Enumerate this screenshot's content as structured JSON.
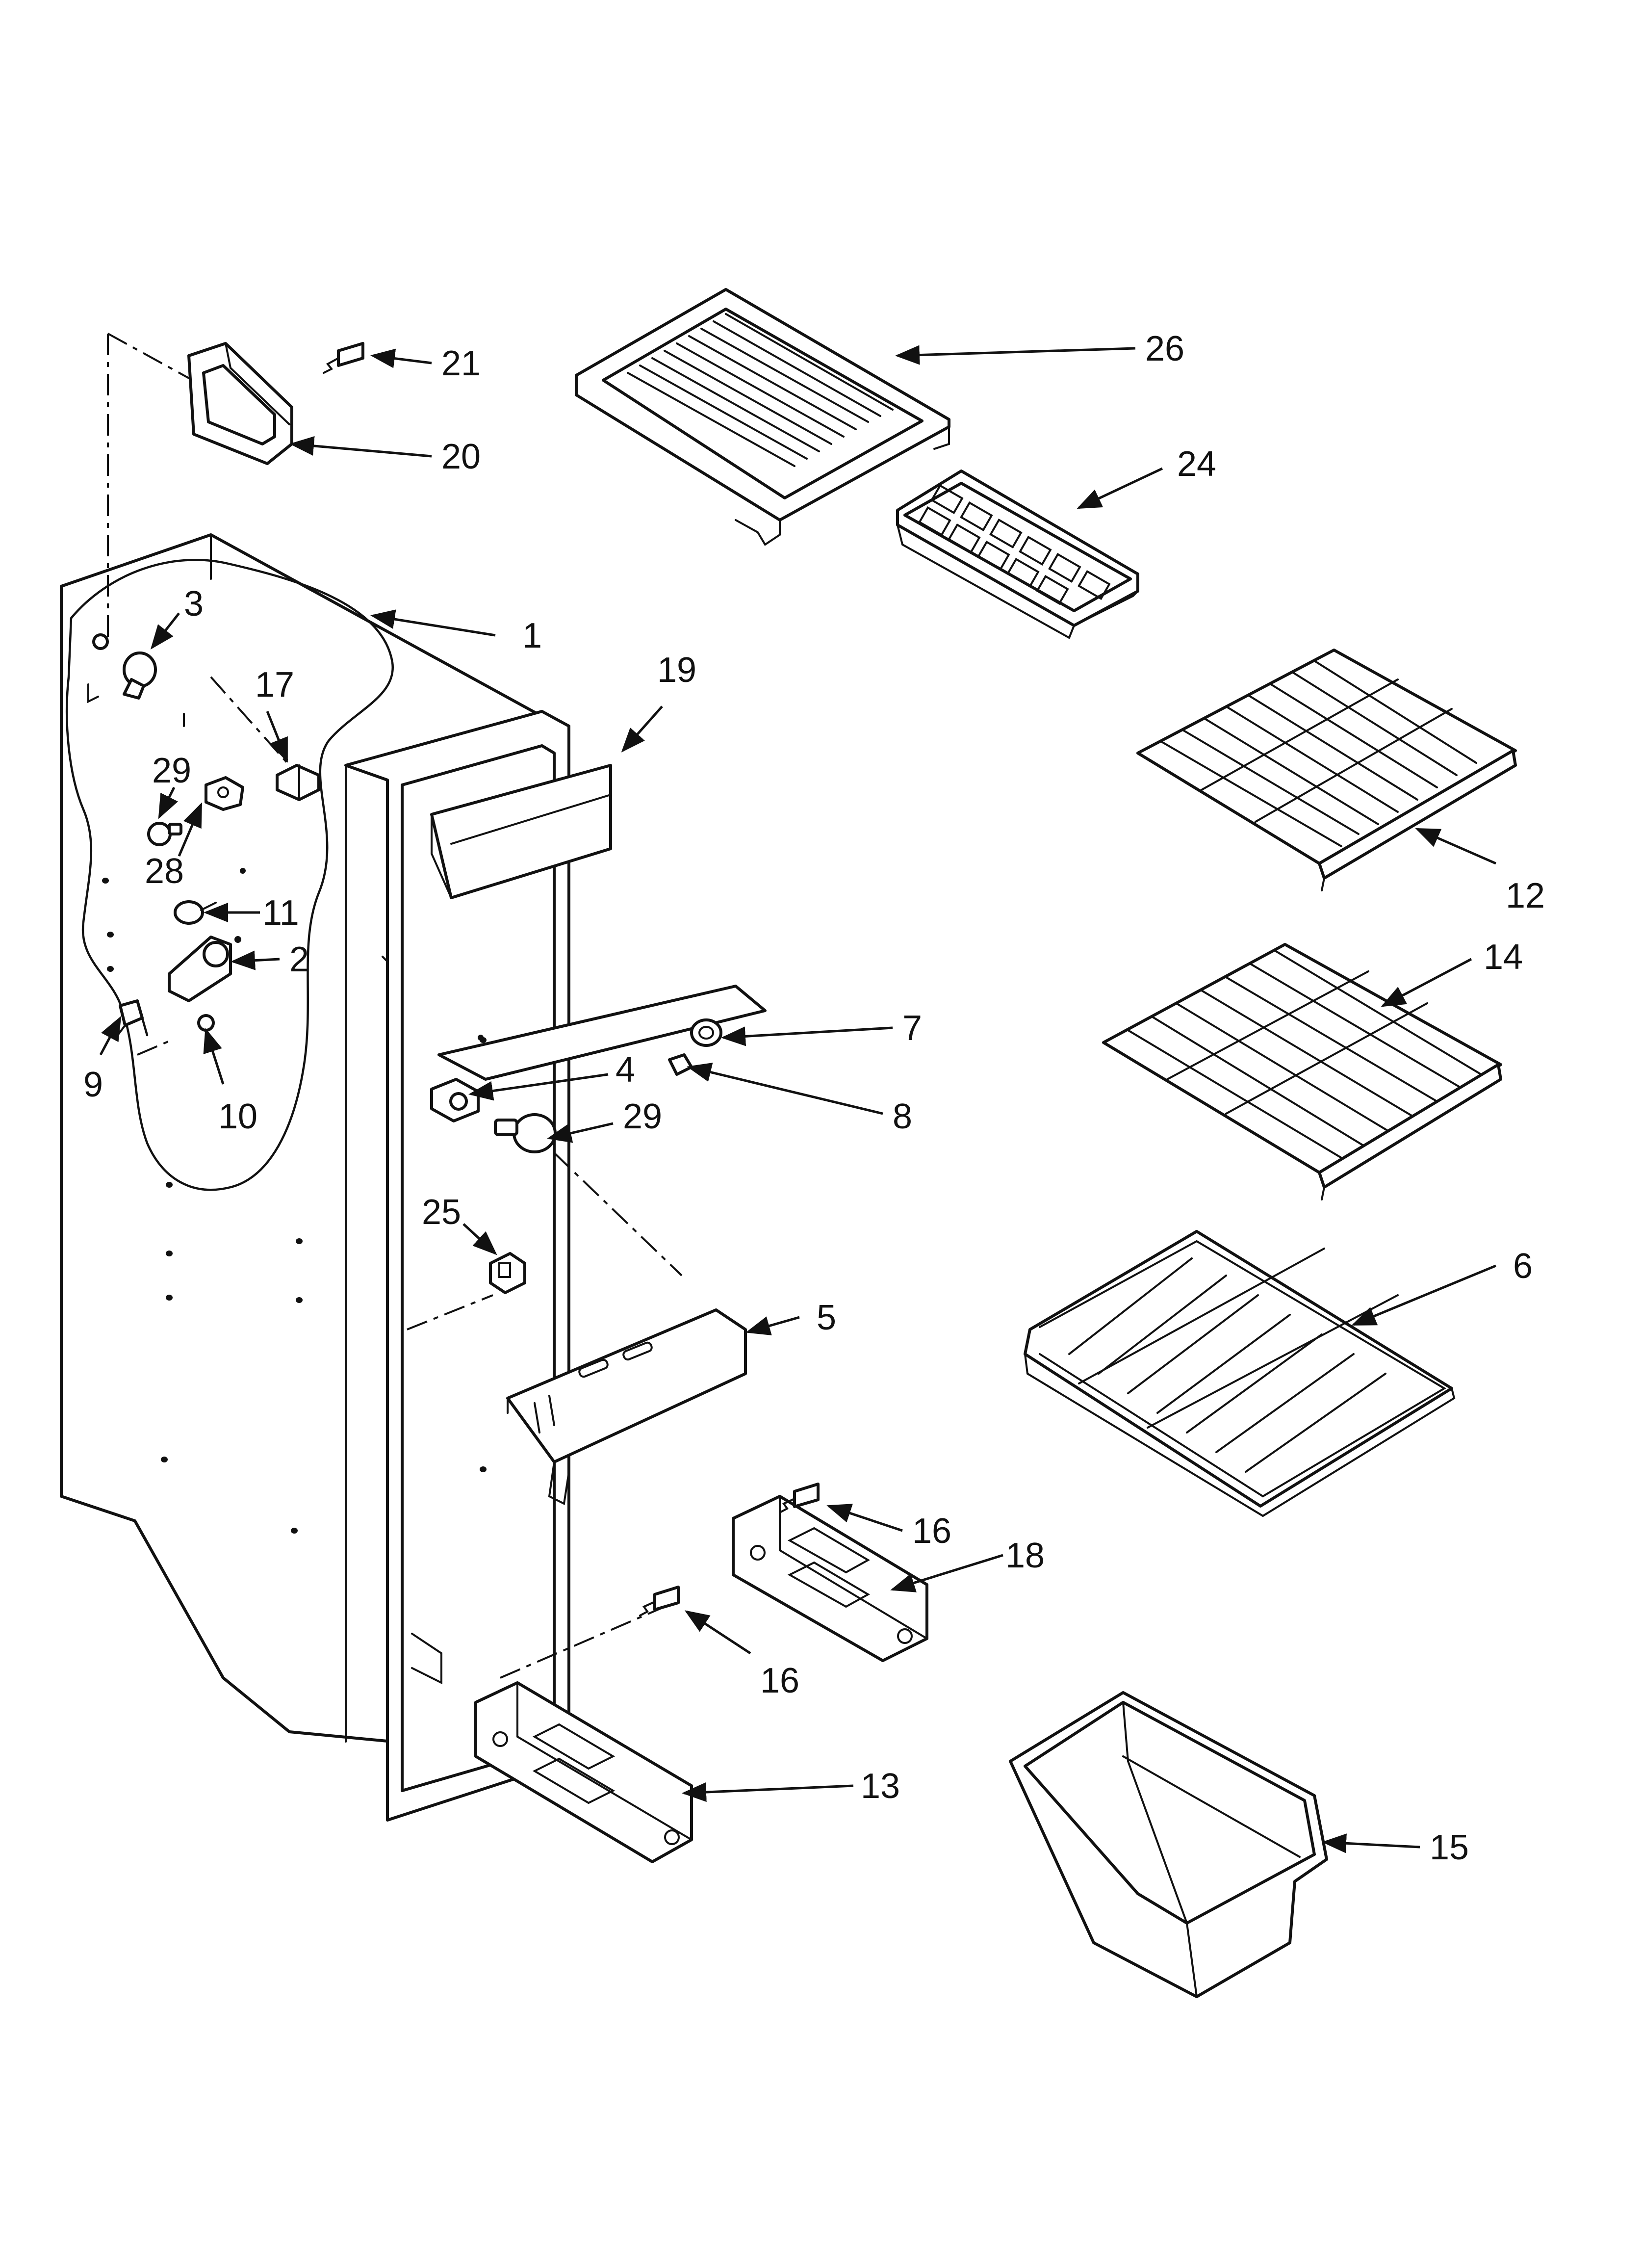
{
  "diagram": {
    "kind": "exploded parts diagram",
    "colors": {
      "line": "#111111",
      "background": "#ffffff"
    },
    "callouts": [
      "1",
      "2",
      "3",
      "4",
      "5",
      "6",
      "7",
      "8",
      "9",
      "10",
      "11",
      "12",
      "13",
      "14",
      "15",
      "16",
      "16",
      "17",
      "18",
      "19",
      "20",
      "21",
      "24",
      "25",
      "26",
      "28",
      "29",
      "29"
    ]
  }
}
